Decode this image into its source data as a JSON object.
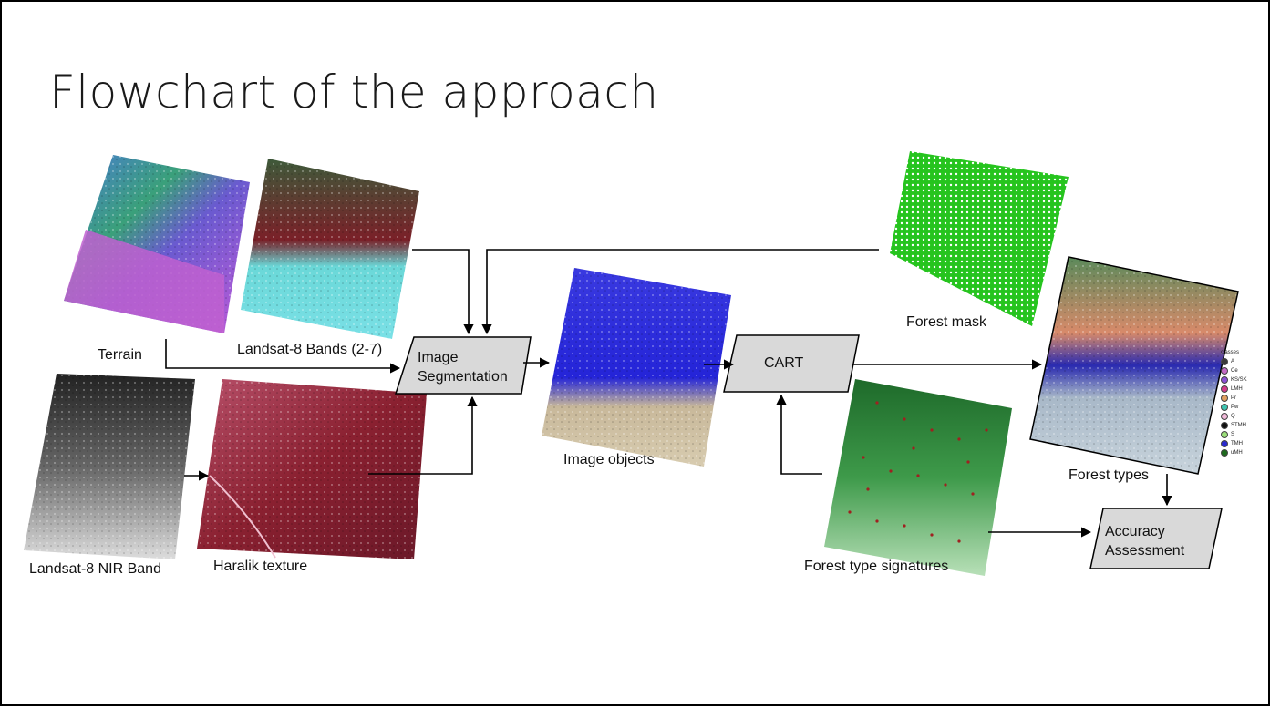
{
  "slide": {
    "title": "Flowchart of the approach"
  },
  "images": [
    {
      "name": "terrain",
      "label": "Terrain"
    },
    {
      "name": "landsat-bands",
      "label": "Landsat-8 Bands (2-7)"
    },
    {
      "name": "landsat-nir",
      "label": "Landsat-8 NIR Band"
    },
    {
      "name": "haralik",
      "label": "Haralik texture"
    },
    {
      "name": "image-objects",
      "label": "Image objects"
    },
    {
      "name": "forest-mask",
      "label": "Forest mask"
    },
    {
      "name": "forest-type-signatures",
      "label": "Forest type signatures"
    },
    {
      "name": "forest-types",
      "label": "Forest types"
    }
  ],
  "processes": {
    "segmentation": "Image Segmentation",
    "segmentation_line1": "Image",
    "segmentation_line2": "Segmentation",
    "cart": "CART",
    "accuracy_line1": "Accuracy",
    "accuracy_line2": "Assessment"
  },
  "legend": {
    "title": "classes",
    "items": [
      {
        "label": "A",
        "color": "#3a3a3a"
      },
      {
        "label": "Ce",
        "color": "#c46ac6"
      },
      {
        "label": "KS/SK",
        "color": "#8a4fd6"
      },
      {
        "label": "LMH",
        "color": "#d23a8a"
      },
      {
        "label": "Pr",
        "color": "#e0a060"
      },
      {
        "label": "Pw",
        "color": "#3ec4b0"
      },
      {
        "label": "Q",
        "color": "#f0b8d8"
      },
      {
        "label": "STMH",
        "color": "#111111"
      },
      {
        "label": "S",
        "color": "#9be07a"
      },
      {
        "label": "TMH",
        "color": "#2a2ad0"
      },
      {
        "label": "uMH",
        "color": "#1d6a1d"
      }
    ]
  }
}
